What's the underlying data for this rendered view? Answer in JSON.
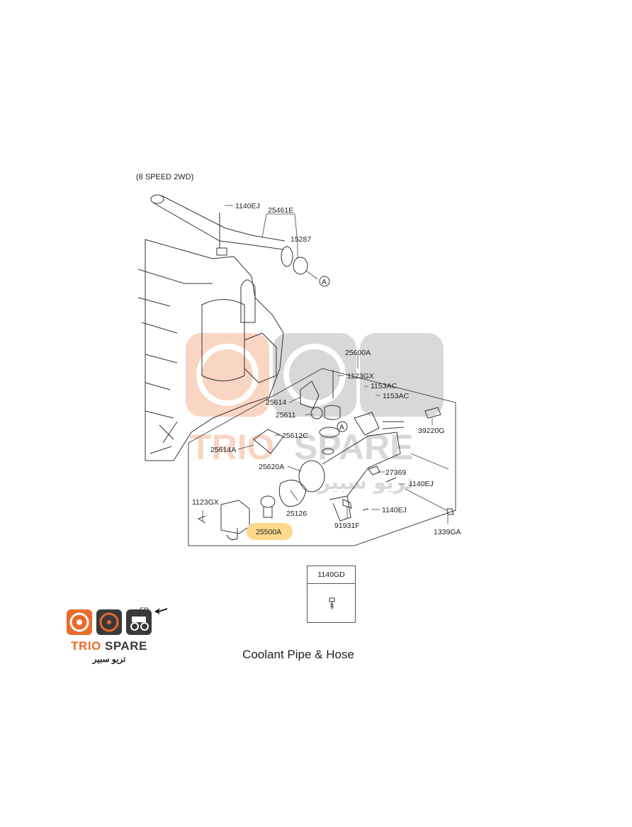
{
  "header": {
    "variant": "(8 SPEED 2WD)"
  },
  "parts": {
    "p1140EJ_top": "1140EJ",
    "p25461E": "25461E",
    "p15287": "15287",
    "ref_a1": "A",
    "p25600A": "25600A",
    "p1123GX_top": "1123GX",
    "p1153AC_1": "1153AC",
    "p1153AC_2": "1153AC",
    "p25614": "25614",
    "p25611": "25611",
    "p39220G": "39220G",
    "ref_a2": "A",
    "p25612C": "25612C",
    "p25614A": "25614A",
    "p25620A": "25620A",
    "p27369": "27369",
    "p1140EJ_mid": "1140EJ",
    "p1123GX_left": "1123GX",
    "p25126": "25126",
    "p1140EJ_low": "1140EJ",
    "p25500A": "25500A",
    "p91931F": "91931F",
    "p1339GA": "1339GA"
  },
  "legend": {
    "code": "1140GD"
  },
  "fr_marker": "FR.",
  "highlight_color": "#fbd88a",
  "watermark": {
    "brand_1": "TRIO",
    "brand_2": "SPARE",
    "brand_ar": "تريو سبير"
  },
  "logo": {
    "brand_1": "TRIO",
    "brand_2": "SPARE",
    "brand_ar": "تريو سبير"
  },
  "caption": "Coolant Pipe & Hose"
}
